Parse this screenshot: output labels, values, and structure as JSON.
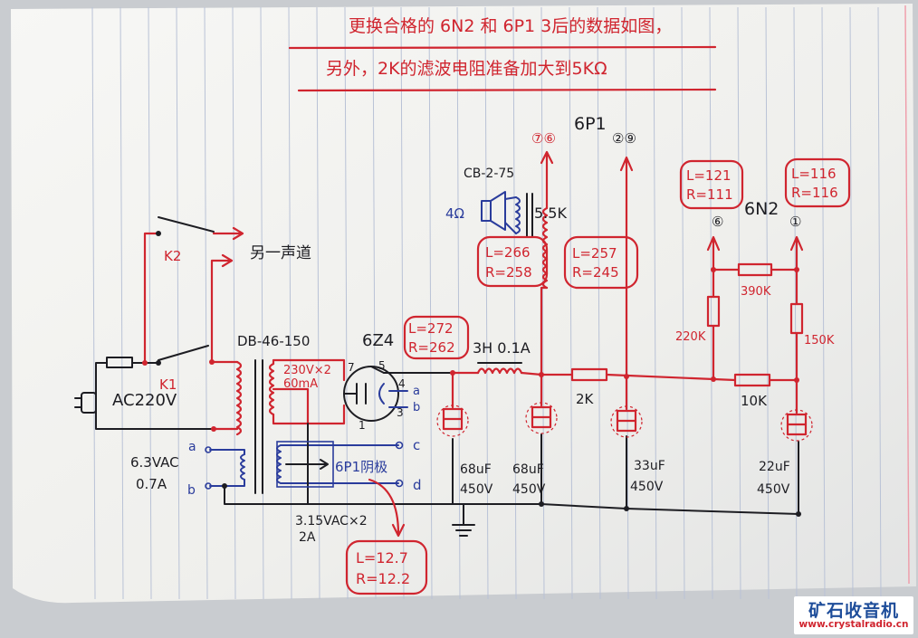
{
  "header": {
    "line1": "更换合格的 6N2 和 6P1 3后的数据如图，",
    "line2": "另外，2K的滤波电阻准备加大到5KΩ"
  },
  "switches": {
    "k2": "K2",
    "k1": "K1",
    "other_channel": "另一声道"
  },
  "mains": {
    "label": "AC220V"
  },
  "power_transformer": {
    "model": "DB-46-150",
    "hv": "230V×2",
    "hv_current": "60mA",
    "fil_a": "a",
    "fil_b": "b",
    "fil_voltage": "6.3VAC",
    "fil_current": "0.7A",
    "heater_voltage": "3.15VAC×2",
    "heater_current": "2A",
    "tap_c": "c",
    "tap_d": "d",
    "cathode_note": "6P1阴极",
    "cathode_L": "L=12.7",
    "cathode_R": "R=12.2"
  },
  "rectifier": {
    "tube": "6Z4",
    "L": "L=272",
    "R": "R=262",
    "pin7": "7",
    "pin5": "5",
    "pin4": "4",
    "pin3": "3",
    "pin1": "1",
    "ta": "a",
    "tb": "b"
  },
  "choke": {
    "label": "3H 0.1A"
  },
  "output_transformer": {
    "model": "CB-2-75",
    "impedance": "5.5K",
    "speaker": "4Ω",
    "L": "L=266",
    "R": "R=258"
  },
  "tube_6p1": {
    "name": "6P1",
    "pins_left": "⑦⑥",
    "pins_right": "②⑨"
  },
  "node_6p1_screen": {
    "L": "L=257",
    "R": "R=245"
  },
  "tube_6n2": {
    "name": "6N2",
    "pin_left": "⑥",
    "pin_right": "①"
  },
  "node_6n2_left": {
    "L": "L=121",
    "R": "R=111"
  },
  "node_6n2_right": {
    "L": "L=116",
    "R": "R=116"
  },
  "resistors": {
    "r_2k": "2K",
    "r_10k": "10K",
    "r_390k": "390K",
    "r_220k": "220K",
    "r_150k": "150K"
  },
  "capacitors": {
    "c1_value": "68uF",
    "c1_voltage": "450V",
    "c2_value": "68uF",
    "c2_voltage": "450V",
    "c3_value": "33uF",
    "c3_voltage": "450V",
    "c4_value": "22uF",
    "c4_voltage": "450V"
  },
  "logo": {
    "title": "矿石收音机",
    "url": "www.crystalradio.cn"
  }
}
